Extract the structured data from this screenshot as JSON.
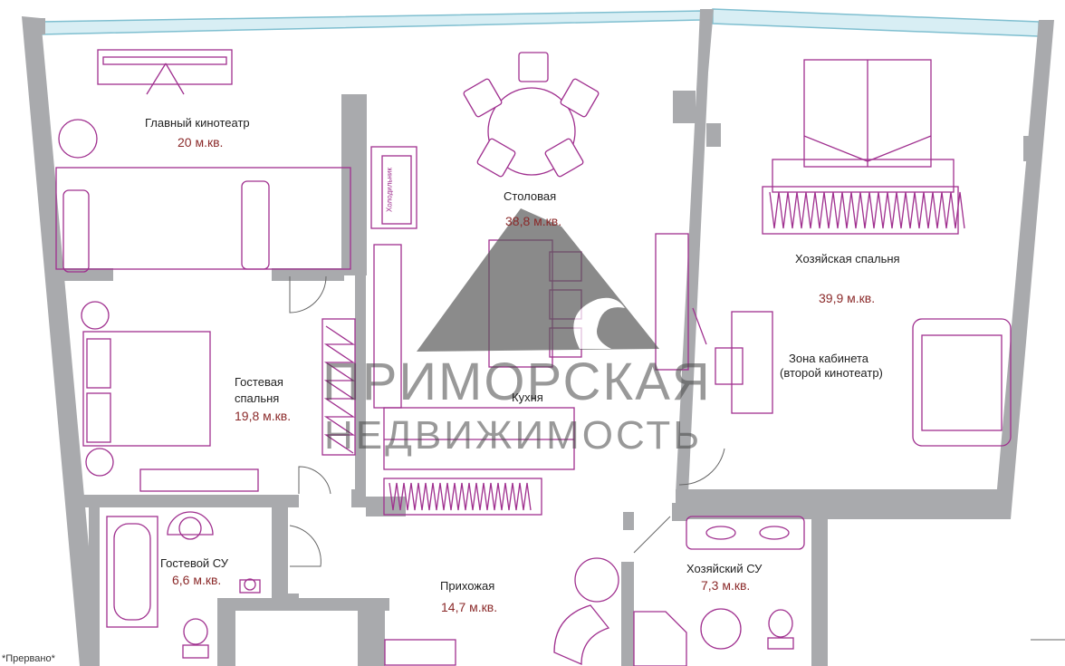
{
  "rooms": {
    "main_cinema": {
      "name": "Главный кинотеатр",
      "area": "20 м.кв."
    },
    "dining": {
      "name": "Столовая",
      "area": "38,8 м.кв."
    },
    "master_bedroom": {
      "name": "Хозяйская спальня",
      "area": "39,9 м.кв."
    },
    "office_zone": {
      "name_line1": "Зона кабинета",
      "name_line2": "(второй кинотеатр)"
    },
    "guest_bedroom": {
      "name_line1": "Гостевая",
      "name_line2": "спальня",
      "area": "19,8 м.кв."
    },
    "kitchen": {
      "name": "Кухня"
    },
    "guest_bath": {
      "name": "Гостевой СУ",
      "area": "6,6 м.кв."
    },
    "hallway": {
      "name": "Прихожая",
      "area": "14,7 м.кв."
    },
    "master_bath": {
      "name": "Хозяйский СУ",
      "area": "7,3 м.кв."
    }
  },
  "furniture_labels": {
    "fridge": "Холодильник"
  },
  "watermark": {
    "line1": "ПРИМОРСКАЯ",
    "line2": "НЕДВИЖИМОСТЬ"
  },
  "status_text": "*Прервано*",
  "colors": {
    "wall": "#a9aaad",
    "furniture": "#a0308f",
    "area_text": "#8b2a2a",
    "glass": "#d8eef4"
  }
}
